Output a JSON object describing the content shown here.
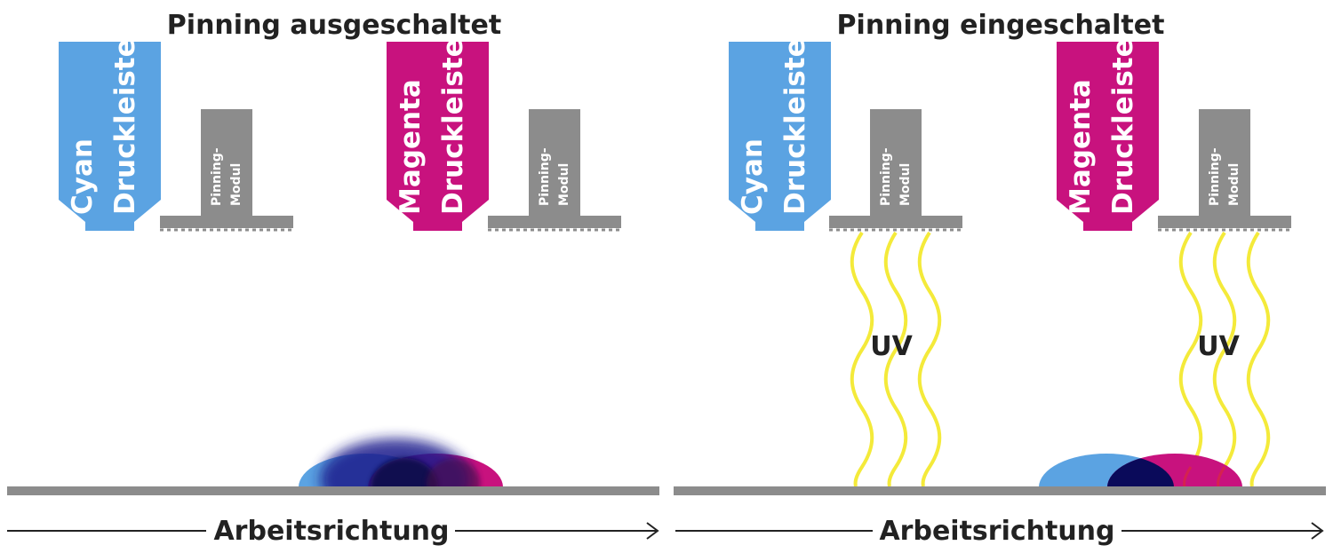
{
  "colors": {
    "cyan": "#5ba3e2",
    "magenta": "#c8127e",
    "gray": "#8c8c8c",
    "uv_yellow": "#f4ea3a",
    "overlap": "#0a0a5a",
    "text": "#222222"
  },
  "panels": [
    {
      "title": "Pinning ausgeschaltet",
      "cyan_head": {
        "line1": "Cyan",
        "line2": "Druckleiste"
      },
      "magenta_head": {
        "line1": "Magenta",
        "line2": "Druckleiste"
      },
      "pinning_module_1": {
        "line1": "Pinning-",
        "line2": "Modul"
      },
      "pinning_module_2": {
        "line1": "Pinning-",
        "line2": "Modul"
      },
      "direction": "Arbeitsrichtung"
    },
    {
      "title": "Pinning eingeschaltet",
      "cyan_head": {
        "line1": "Cyan",
        "line2": "Druckleiste"
      },
      "magenta_head": {
        "line1": "Magenta",
        "line2": "Druckleiste"
      },
      "pinning_module_1": {
        "line1": "Pinning-",
        "line2": "Modul"
      },
      "pinning_module_2": {
        "line1": "Pinning-",
        "line2": "Modul"
      },
      "uv_1": "UV",
      "uv_2": "UV",
      "direction": "Arbeitsrichtung"
    }
  ]
}
